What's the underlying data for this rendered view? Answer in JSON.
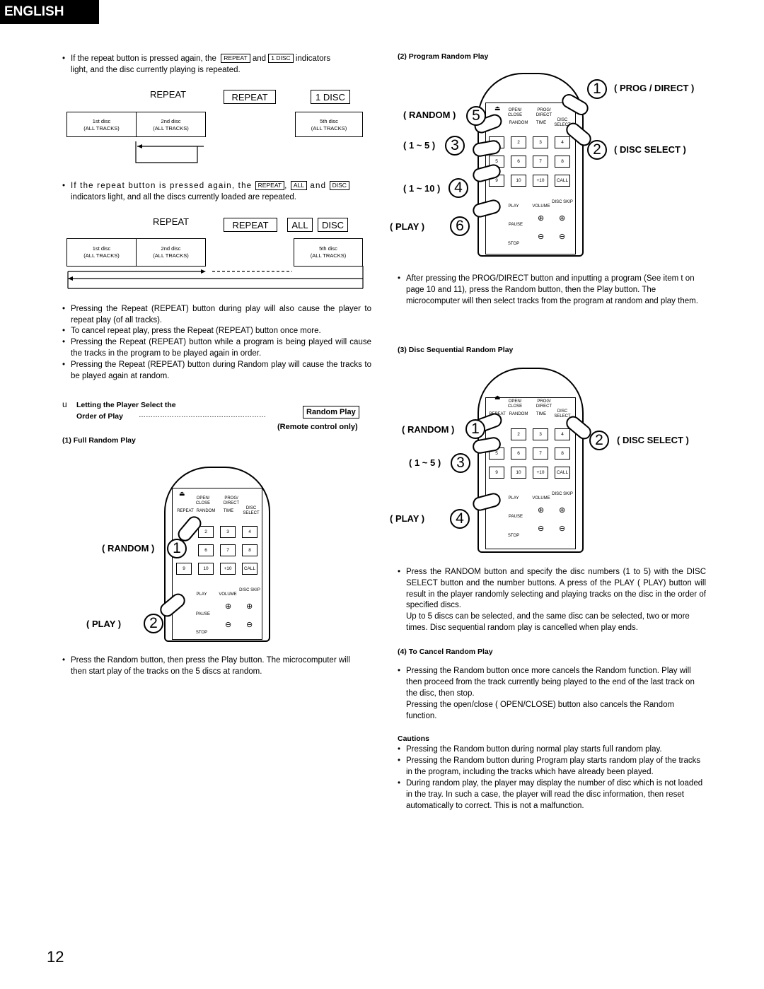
{
  "header": {
    "language": "ENGLISH"
  },
  "left": {
    "p1_a": "If the repeat button is pressed again, the",
    "p1_box1": "REPEAT",
    "p1_and": "and",
    "p1_box2": "1 DISC",
    "p1_b": "indicators",
    "p1_c": "light, and the disc currently playing is repeated.",
    "d1": {
      "label": "REPEAT",
      "box1": "REPEAT",
      "box2": "1 DISC",
      "c1": "1st disc",
      "c2": "2nd disc",
      "c3": "5th disc",
      "tracks": "(ALL TRACKS)"
    },
    "p2_a": "If the repeat button is pressed again, the",
    "p2_box1": "REPEAT",
    "p2_comma": ",",
    "p2_box2": "ALL",
    "p2_and": "and",
    "p2_box3": "DISC",
    "p2_c": "indicators light, and all the discs currently loaded are repeated.",
    "d2": {
      "label": "REPEAT",
      "box1": "REPEAT",
      "box2": "ALL",
      "box3": "DISC",
      "c1": "1st disc",
      "c2": "2nd disc",
      "c3": "5th disc",
      "tracks": "(ALL TRACKS)"
    },
    "b1": "Pressing the Repeat (REPEAT) button during play will also cause the player to repeat play (of all tracks).",
    "b2": "To cancel repeat play, press the Repeat (REPEAT) button once more.",
    "b3": "Pressing the Repeat (REPEAT) button while a program is being played will cause the tracks in the program to be played again in order.",
    "b4": "Pressing the Repeat (REPEAT) button during Random play will cause the tracks to be played again at random.",
    "sec_marker": "u",
    "sec_title1": "Letting the Player Select the",
    "sec_title2": "Order of Play",
    "sec_dots": "………………………………………………",
    "sec_box": "Random Play",
    "sec_note": "(Remote control only)",
    "sub1": "(1)  Full Random Play",
    "call_random": "( RANDOM )",
    "call_play": "(     PLAY )",
    "n1": "1",
    "n2": "2",
    "b5": "Press the Random button, then press the Play button. The microcomputer will then start play of the tracks on the 5 discs at random."
  },
  "right": {
    "sub2": "(2)  Program Random Play",
    "call_prog": "( PROG / DIRECT )",
    "call_random": "( RANDOM )",
    "call_1_5": "( 1 ~ 5 )",
    "call_1_10": "( 1 ~ 10 )",
    "call_play": "(     PLAY )",
    "call_disc": "( DISC SELECT )",
    "n1": "1",
    "n5": "5",
    "n3": "3",
    "n2": "2",
    "n4": "4",
    "n6": "6",
    "b6": "After pressing the PROG/DIRECT button and inputting a program (See item t   on page 10 and 11), press the Random button, then the Play button. The microcomputer will then select tracks from the program at random and play them.",
    "sub3": "(3)  Disc Sequential Random Play",
    "call2_random": "( RANDOM )",
    "call2_1_5": "( 1 ~ 5 )",
    "call2_play": "(     PLAY )",
    "call2_disc": "( DISC SELECT )",
    "m1": "1",
    "m2": "2",
    "m3": "3",
    "m4": "4",
    "b7a": "Press the RANDOM button and specify the disc numbers (1 to 5) with the DISC SELECT button and the number buttons. A press of the PLAY (     PLAY) button will result in the player randomly selecting and playing tracks on the disc in the order of specified discs.",
    "b7b": "Up to 5 discs can be selected, and the same disc can be selected, two or more times. Disc sequential random play is cancelled when play ends.",
    "sub4": "(4)  To Cancel Random Play",
    "b8a": "Pressing the Random button once more cancels the Random function. Play will then proceed from the track currently being played to the end of the last track on the disc, then stop.",
    "b8b": "Pressing the open/close (     OPEN/CLOSE) button also cancels the Random function.",
    "cautions": "Cautions",
    "c1": "Pressing the Random button during normal play starts full random play.",
    "c2": "Pressing the Random button during Program play starts random play of the tracks in the program, including the tracks which have already been played.",
    "c3": "During random play, the player may display the number of disc which is not loaded in the tray. In such a case, the player will read the disc information, then reset automatically to correct. This is not a malfunction."
  },
  "remote": {
    "open_close": "OPEN/ CLOSE",
    "prog": "PROG/ DIRECT",
    "repeat": "REPEAT",
    "random": "RANDOM",
    "time": "TIME",
    "disc_select": "DISC SELECT",
    "k1": "1",
    "k2": "2",
    "k3": "3",
    "k4": "4",
    "k5": "5",
    "k6": "6",
    "k7": "7",
    "k8": "8",
    "k9": "9",
    "k10": "10",
    "k11": "+10",
    "k12": "CALL",
    "play": "PLAY",
    "volume": "VOLUME",
    "disc_skip": "DISC SKIP",
    "pause": "PAUSE",
    "stop": "STOP"
  },
  "page_number": "12"
}
